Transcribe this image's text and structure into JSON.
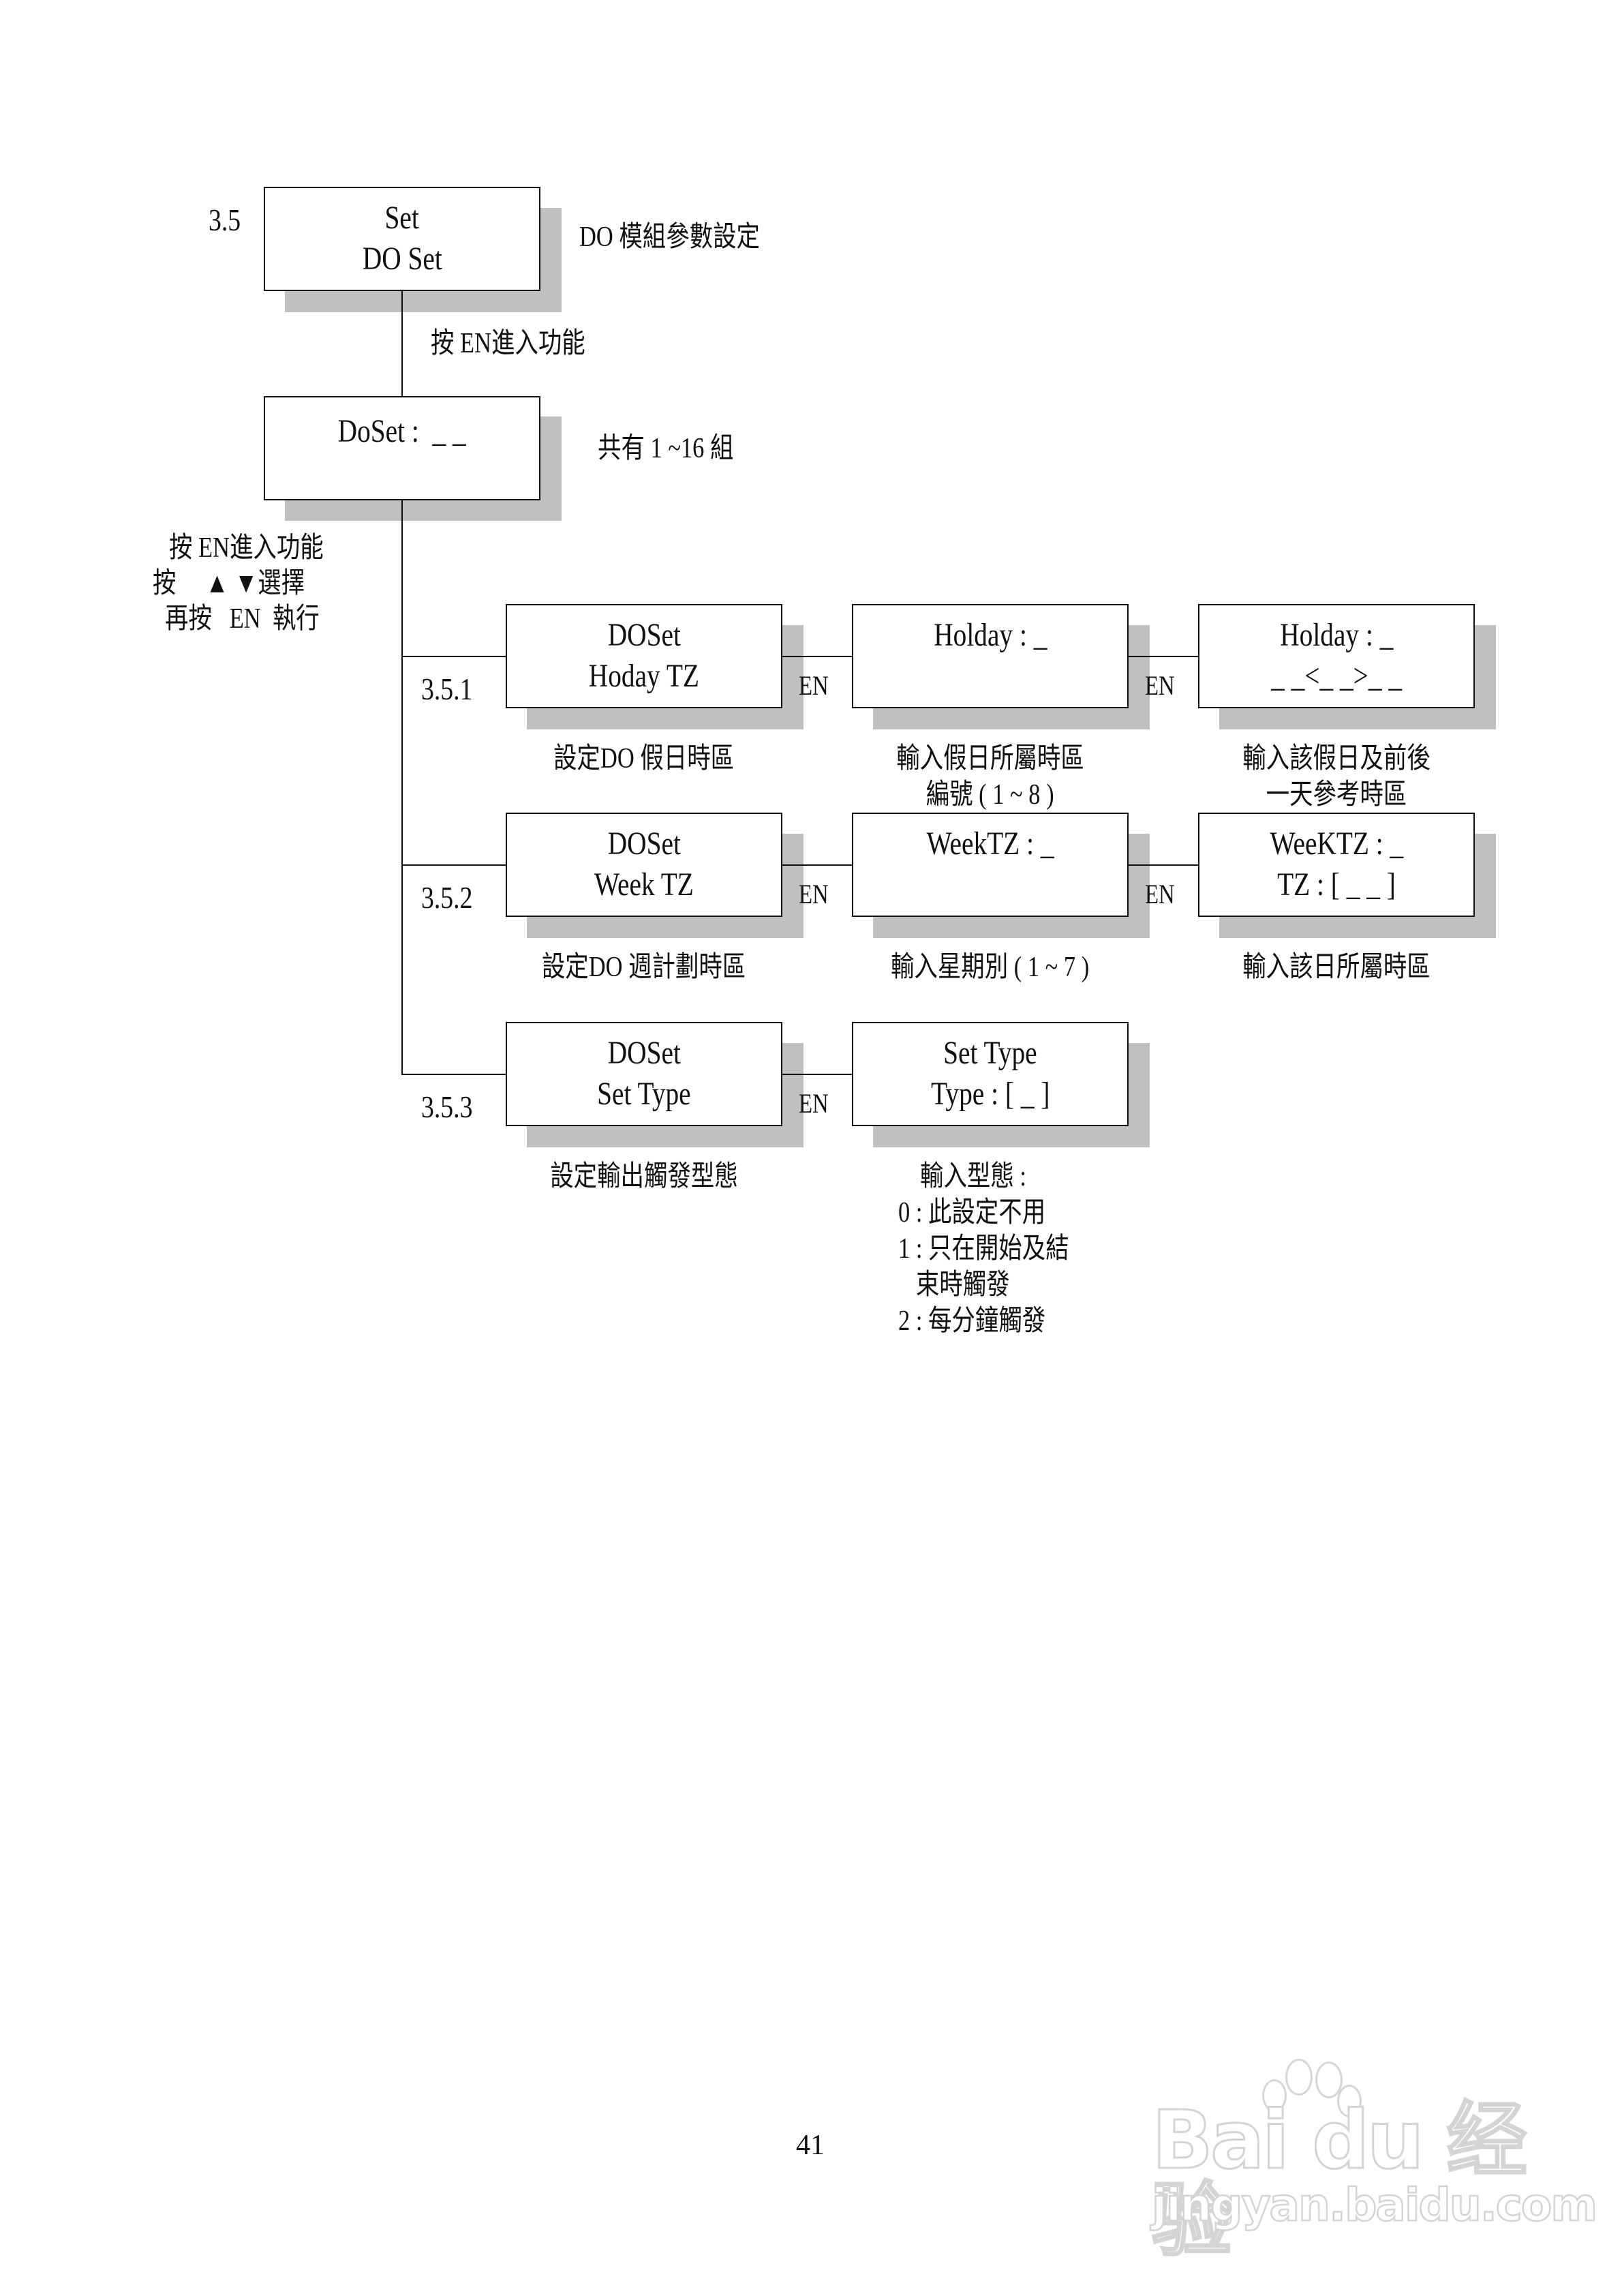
{
  "section": {
    "number": "3.5",
    "box": {
      "line1": "Set",
      "line2": "DO Set"
    },
    "description": "DO 模組參數設定",
    "enter_hint": "按 EN進入功能"
  },
  "doset_box": {
    "line1": "DoSet :  _ _",
    "description": "共有 1 ~16 組"
  },
  "instructions": {
    "line1": "按 EN進入功能",
    "line2": "按     ▲ ▼選擇",
    "line3": "再按   EN  執行"
  },
  "connector_label": "EN",
  "rows": [
    {
      "number": "3.5.1",
      "boxes": [
        {
          "line1": "DOSet",
          "line2": "Hoday TZ",
          "caption": [
            "設定DO 假日時區"
          ]
        },
        {
          "line1": "Holday : _",
          "line2": "",
          "caption": [
            "輸入假日所屬時區",
            "編號 ( 1 ~ 8 )"
          ]
        },
        {
          "line1": "Holday : _",
          "line2": "_ _<_ _>_ _",
          "caption": [
            "輸入該假日及前後",
            "一天參考時區"
          ]
        }
      ]
    },
    {
      "number": "3.5.2",
      "boxes": [
        {
          "line1": "DOSet",
          "line2": "Week TZ",
          "caption": [
            "設定DO 週計劃時區"
          ]
        },
        {
          "line1": "WeekTZ : _",
          "line2": "",
          "caption": [
            "輸入星期別 ( 1 ~ 7 )"
          ]
        },
        {
          "line1": "WeeKTZ : _",
          "line2": "TZ : [ _ _ ]",
          "caption": [
            "輸入該日所屬時區"
          ]
        }
      ]
    },
    {
      "number": "3.5.3",
      "boxes": [
        {
          "line1": "DOSet",
          "line2": "Set Type",
          "caption": [
            "設定輸出觸發型態"
          ]
        },
        {
          "line1": "Set Type",
          "line2": "Type : [ _ ]",
          "caption": [
            "輸入型態 :",
            "0 : 此設定不用",
            "1 : 只在開始及結",
            "   束時觸發",
            "2 : 每分鐘觸發"
          ]
        }
      ]
    }
  ],
  "page_number": "41",
  "watermark": {
    "brand": "Bai du 经验",
    "url": "jingyan.baidu.com"
  },
  "colors": {
    "line": "#111111",
    "shadow": "#c0c0c0",
    "background": "#ffffff",
    "watermark": "#d4d4d4"
  }
}
